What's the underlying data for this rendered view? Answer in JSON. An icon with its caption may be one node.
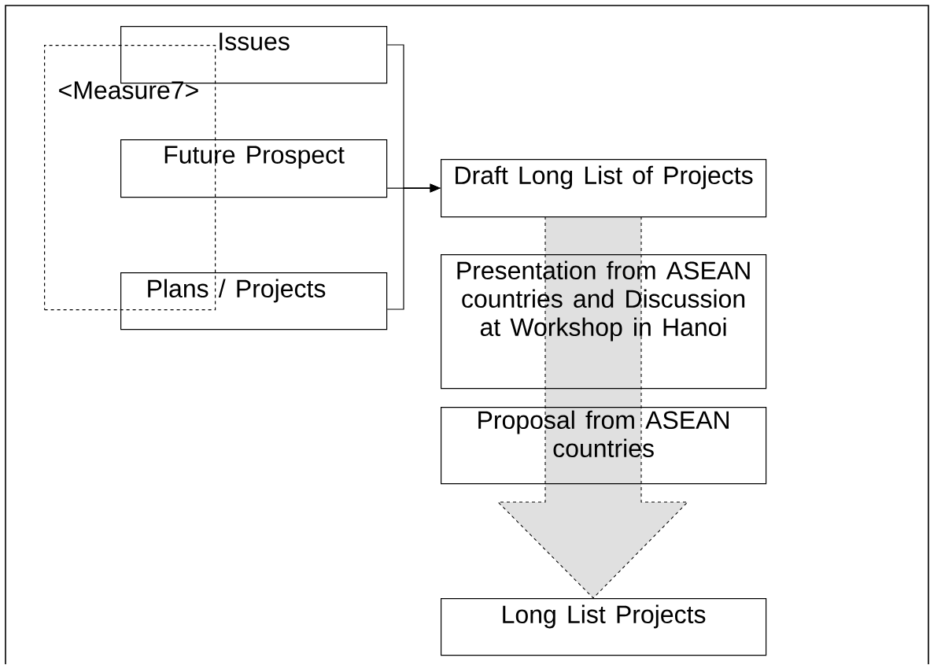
{
  "diagram": {
    "nodes": [
      {
        "text": [
          "Issues"
        ]
      },
      {
        "text": [
          "<Measure7>"
        ]
      },
      {
        "text": [
          "Future Prospect"
        ]
      },
      {
        "text": [
          "Plans / Projects"
        ]
      },
      {
        "text": [
          "Draft Long List of Projects"
        ]
      },
      {
        "text": [
          "Presentation from ASEAN countries and Discussion at Workshop in Hanoi"
        ]
      },
      {
        "text": [
          "Proposal from ASEAN countries"
        ]
      },
      {
        "text": [
          "Long List Projects"
        ]
      }
    ],
    "edges": [
      {
        "from": 0,
        "to": 4,
        "arrow": "to"
      },
      {
        "from": 2,
        "to": 4,
        "arrow": "to"
      },
      {
        "from": 3,
        "to": 4,
        "arrow": "to"
      },
      {
        "from": 4,
        "to": 7,
        "arrow": "to",
        "style": "dashed"
      }
    ]
  }
}
